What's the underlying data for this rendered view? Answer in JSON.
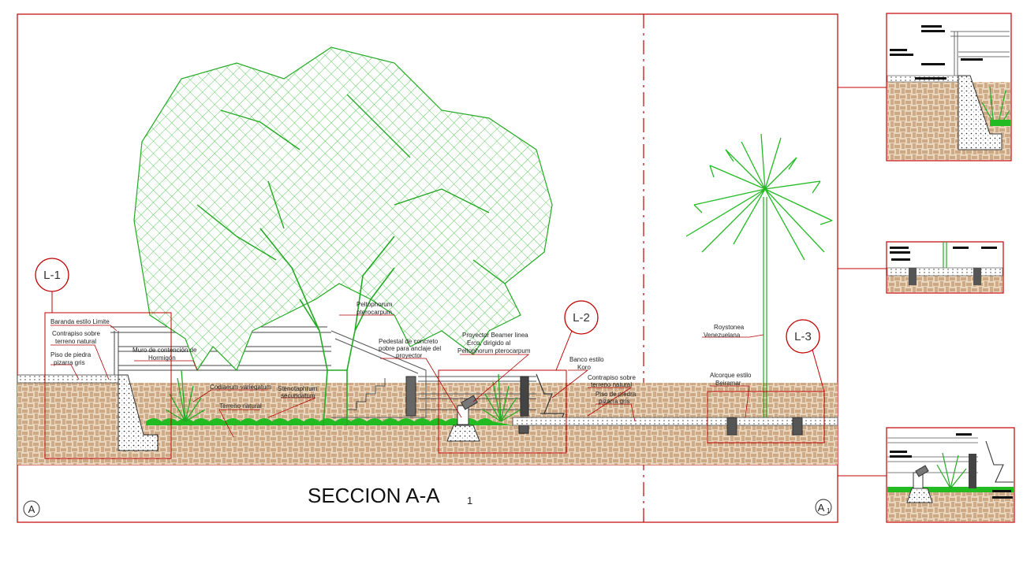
{
  "section": {
    "title": "SECCION A-A",
    "title_subscript": "1",
    "corner_left": "A",
    "corner_right": "A",
    "corner_right_subscript": "1"
  },
  "markers": {
    "l1": "L-1",
    "l2": "L-2",
    "l3": "L-3"
  },
  "labels": {
    "baranda": "Baranda estilo Limite",
    "contrapiso_1": "Contrapiso sobre",
    "contrapiso_2": "terreno natural",
    "piso_1": "Piso de piedra",
    "piso_2": "pizarra gris",
    "muro_1": "Muro de contención de",
    "muro_2": "Hormigón",
    "codiaeum": "Codiaeum variegatum",
    "terreno": "Terreno natural",
    "steno_1": "Stenotaphrum",
    "steno_2": "secundatum",
    "pelto_1": "Peltophorum",
    "pelto_2": "pterocarpum",
    "pedestal_1": "Pedestal de concreto",
    "pedestal_2": "pobre para anclaje del",
    "pedestal_3": "proyector",
    "proyector_1": "Proyector Beamer linea",
    "proyector_2": "Erco, dirigido al",
    "proyector_3": "Peltophorum pterocarpum",
    "banco_1": "Banco estilo",
    "banco_2": "Koro",
    "contrapiso2_1": "Contrapiso sobre",
    "contrapiso2_2": "terreno natural",
    "piso2_1": "Piso de piedra",
    "piso2_2": "pizarra gris",
    "roystonea_1": "Roystonea",
    "roystonea_2": "Venezuelana",
    "alcorque_1": "Alcorque estilo",
    "alcorque_2": "Beiramar"
  },
  "colors": {
    "frame": "#c00000",
    "vegetation": "#22bb22",
    "soil": "#c89a6a",
    "leader": "#b00000",
    "structure": "#555555"
  }
}
